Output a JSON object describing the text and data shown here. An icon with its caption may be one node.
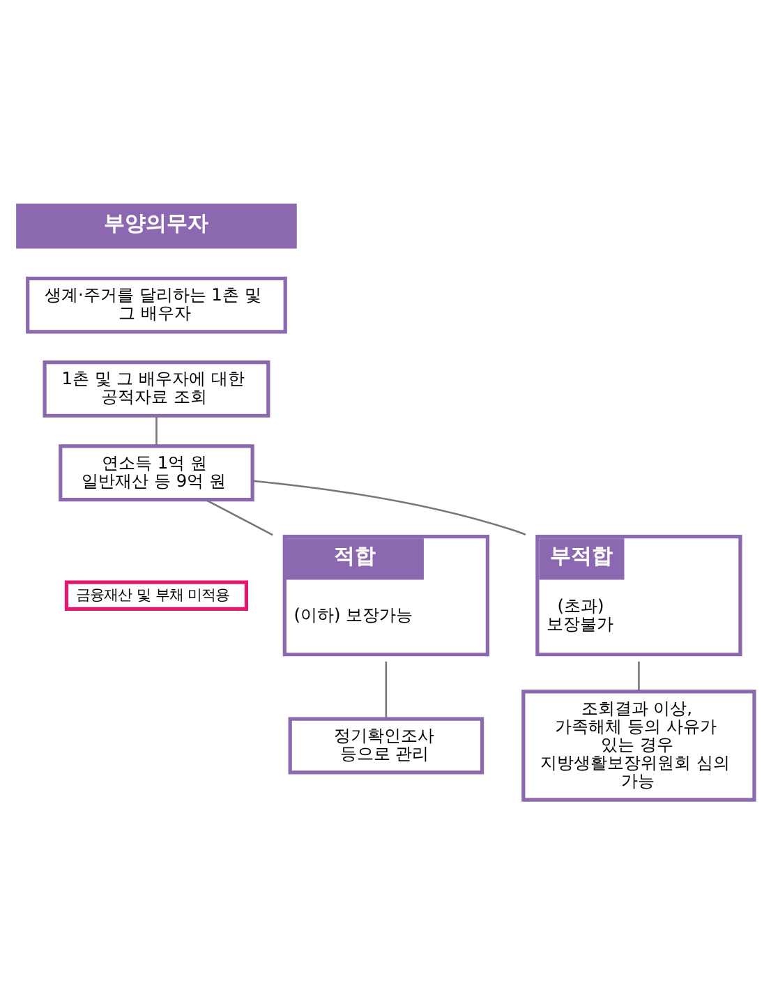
{
  "diagram": {
    "nodes": [
      {
        "text": [
          "부양의무자"
        ]
      },
      {
        "text": [
          "생계·주거를 달리하는 1촌 및 그 배우자"
        ]
      },
      {
        "text": [
          "1촌 및 그 배우자에 대한 공적자료 조회"
        ]
      },
      {
        "text": [
          "연소득 1억 원 일반재산 등 9억 원"
        ]
      },
      {
        "text": [
          "금융재산 및 부채 미적용"
        ]
      },
      {
        "text": [
          "적합",
          "(이하) 보장가능"
        ]
      },
      {
        "text": [
          "부적합",
          "(초과) 보장불가"
        ]
      },
      {
        "text": [
          "정기확인조사 등으로 관리"
        ]
      },
      {
        "text": [
          "조회결과 이상, 가족해체 등의 사유가 있는 경우 지방생활보장위원회 심의 가능"
        ]
      }
    ],
    "edges": [
      {
        "from": 2,
        "to": 3,
        "arrow": "none"
      },
      {
        "from": 3,
        "to": 5,
        "arrow": "none"
      },
      {
        "from": 3,
        "to": 6,
        "arrow": "none"
      },
      {
        "from": 5,
        "to": 7,
        "arrow": "none"
      },
      {
        "from": 6,
        "to": 8,
        "arrow": "none"
      }
    ]
  }
}
